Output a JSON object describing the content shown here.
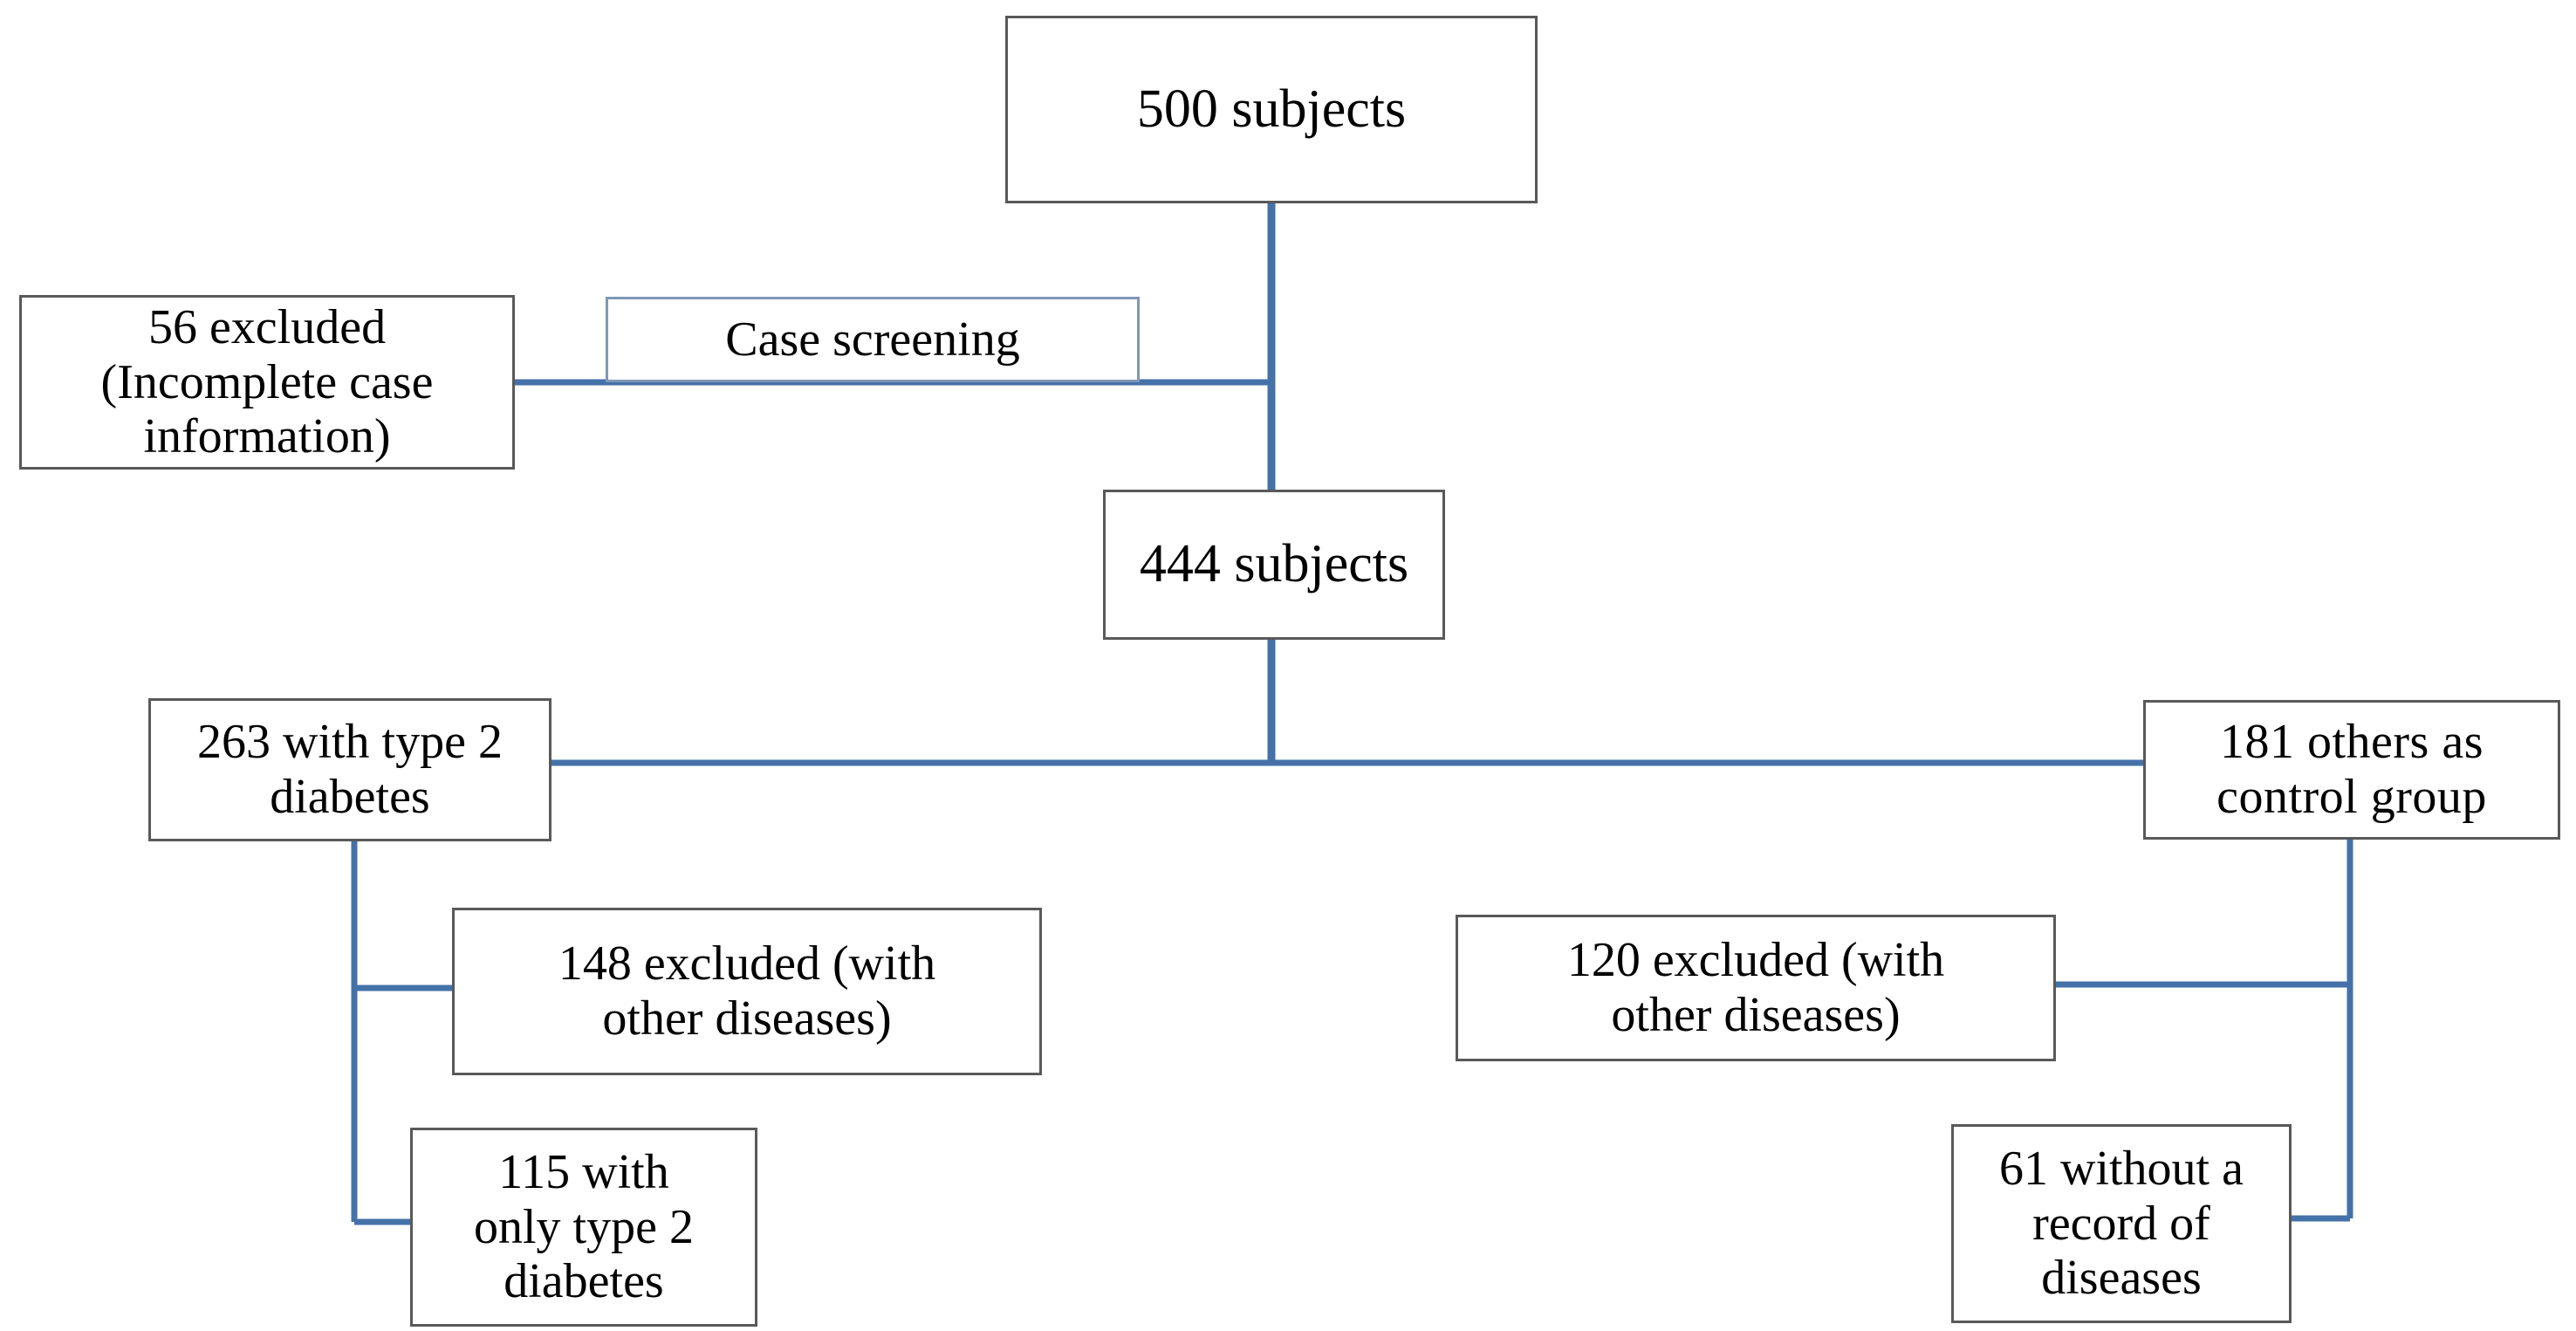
{
  "figure": {
    "type": "flowchart",
    "title": "Study subject selection flow",
    "background_color": "#ffffff",
    "box_border_color": "#595959",
    "screening_box_border_color": "#8196b8",
    "connector_color": "#4472a8",
    "text_color": "#000000"
  },
  "nodes": {
    "total": {
      "id": "n500",
      "label": "500 subjects",
      "count": 500
    },
    "excluded_incomplete": {
      "id": "n56",
      "label": "56 excluded\n(Incomplete case\ninformation)",
      "count": 56
    },
    "screening": {
      "id": "nscreen",
      "label": "Case screening"
    },
    "eligible": {
      "id": "n444",
      "label": "444 subjects",
      "count": 444
    },
    "diabetes_group": {
      "id": "n263",
      "label": "263 with type 2\ndiabetes",
      "count": 263
    },
    "control_group": {
      "id": "n181",
      "label": "181 others as\ncontrol group",
      "count": 181
    },
    "diabetes_excluded": {
      "id": "n148",
      "label": "148 excluded (with\nother diseases)",
      "count": 148
    },
    "control_excluded": {
      "id": "n120",
      "label": "120 excluded (with\nother diseases)",
      "count": 120
    },
    "diabetes_final": {
      "id": "n115",
      "label": "115 with\nonly type 2\ndiabetes",
      "count": 115
    },
    "control_final": {
      "id": "n61",
      "label": "61 without a\nrecord of\ndiseases",
      "count": 61
    }
  },
  "edges": [
    {
      "from": "total",
      "to": "eligible",
      "kind": "vertical-trunk"
    },
    {
      "from": "total",
      "to": "excluded_incomplete",
      "kind": "side-branch-left"
    },
    {
      "from": "eligible",
      "to": "diabetes_group",
      "kind": "split-left"
    },
    {
      "from": "eligible",
      "to": "control_group",
      "kind": "split-right"
    },
    {
      "from": "diabetes_group",
      "to": "diabetes_excluded",
      "kind": "side-branch-right"
    },
    {
      "from": "diabetes_group",
      "to": "diabetes_final",
      "kind": "side-branch-right"
    },
    {
      "from": "control_group",
      "to": "control_excluded",
      "kind": "side-branch-left"
    },
    {
      "from": "control_group",
      "to": "control_final",
      "kind": "side-branch-left"
    }
  ]
}
